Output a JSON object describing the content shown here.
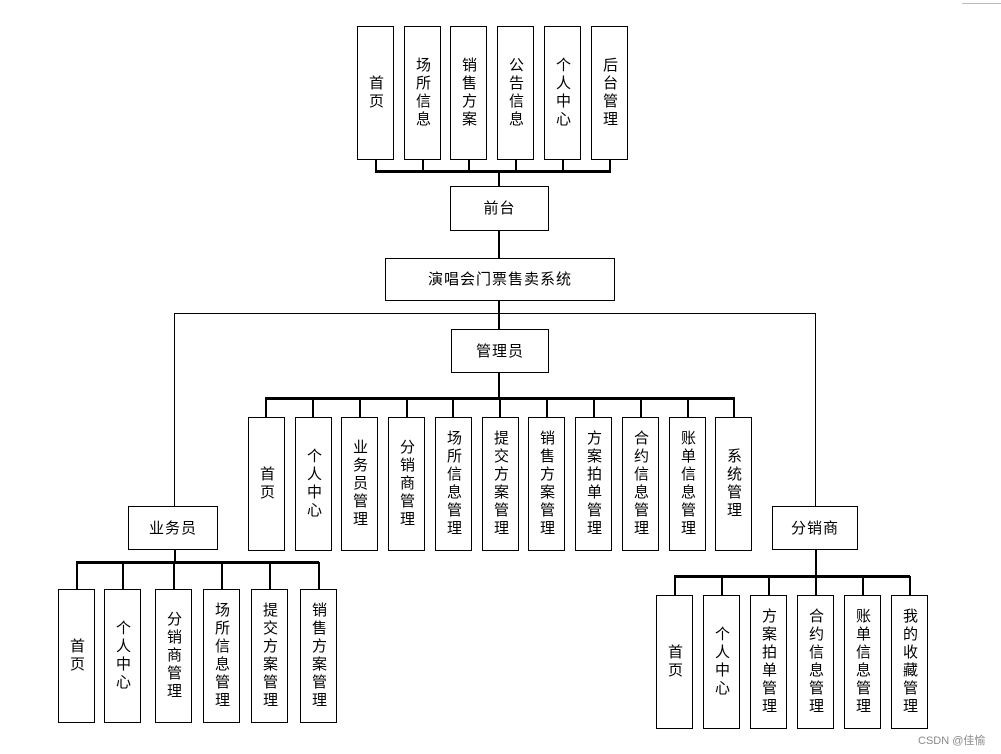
{
  "diagram": {
    "root": "演唱会门票售卖系统",
    "frontend": {
      "title": "前台",
      "modules": [
        "首页",
        "场所信息",
        "销售方案",
        "公告信息",
        "个人中心",
        "后台管理"
      ]
    },
    "admin": {
      "title": "管理员",
      "modules": [
        "首页",
        "个人中心",
        "业务员管理",
        "分销商管理",
        "场所信息管理",
        "提交方案管理",
        "销售方案管理",
        "方案拍单管理",
        "合约信息管理",
        "账单信息管理",
        "系统管理"
      ]
    },
    "salesman": {
      "title": "业务员",
      "modules": [
        "首页",
        "个人中心",
        "分销商管理",
        "场所信息管理",
        "提交方案管理",
        "销售方案管理"
      ]
    },
    "distributor": {
      "title": "分销商",
      "modules": [
        "首页",
        "个人中心",
        "方案拍单管理",
        "合约信息管理",
        "账单信息管理",
        "我的收藏管理"
      ]
    }
  },
  "watermark": "CSDN @佳愉"
}
